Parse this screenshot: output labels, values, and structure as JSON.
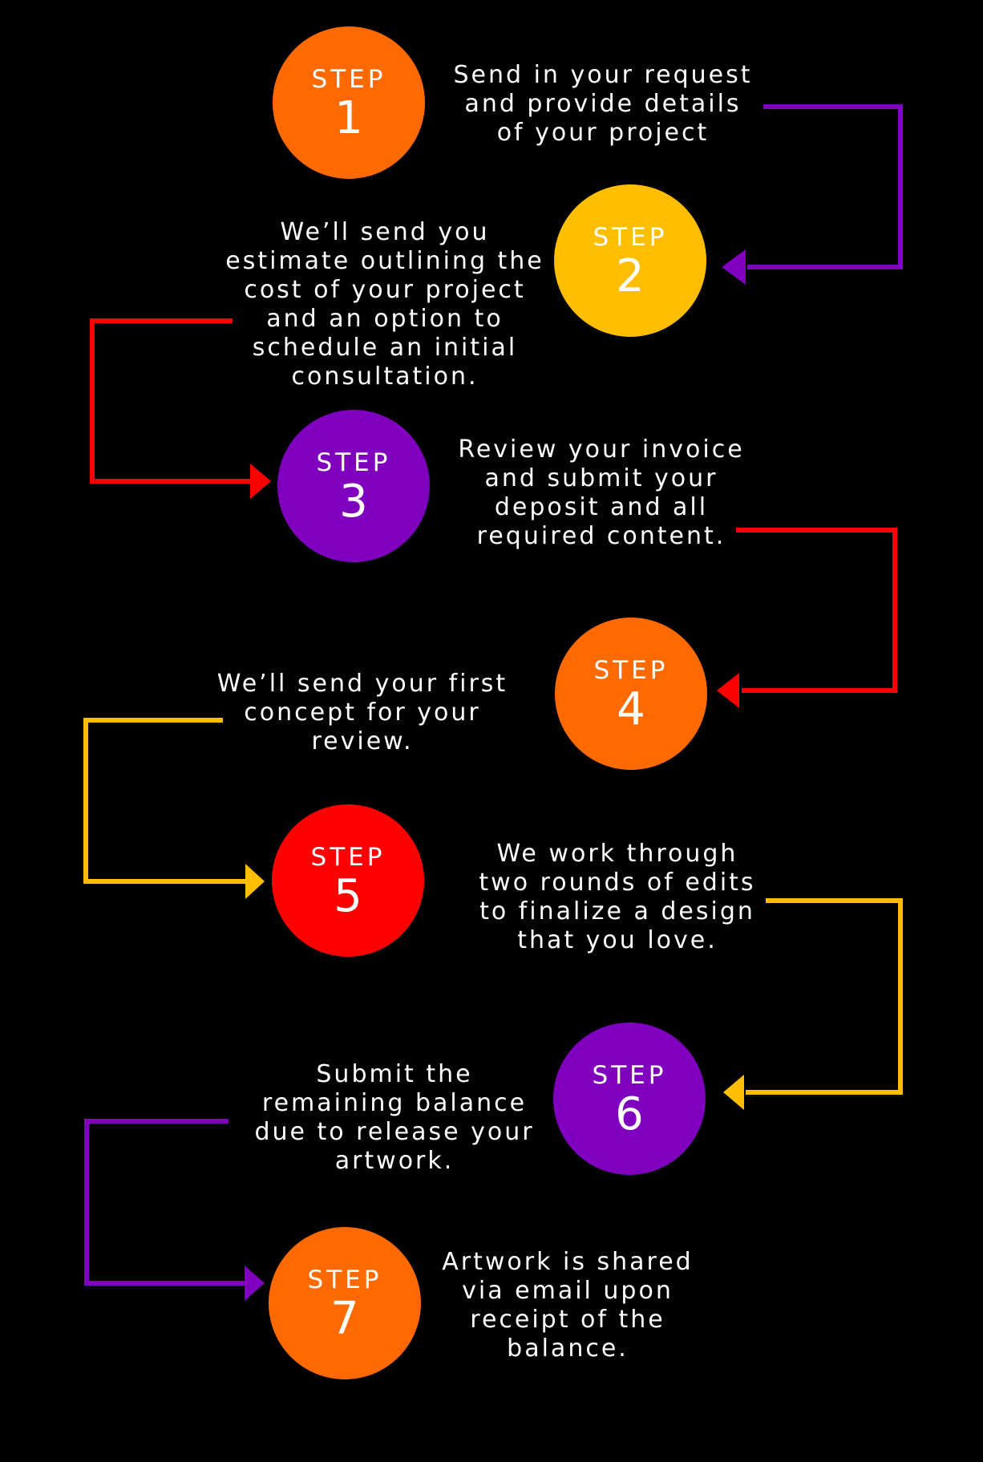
{
  "step_word": "STEP",
  "colors": {
    "background": "#000000",
    "orange": "#FF6A00",
    "yellow": "#FFBE00",
    "purple": "#8000BF",
    "red": "#FF0000"
  },
  "steps": [
    {
      "number": "1",
      "color": "#FF6A00",
      "text": [
        "Send in your request",
        "and provide details",
        "of your project"
      ]
    },
    {
      "number": "2",
      "color": "#FFBE00",
      "text": [
        "We’ll send you",
        "estimate outlining the",
        "cost of your project",
        "and an option to",
        "schedule an initial",
        "consultation."
      ]
    },
    {
      "number": "3",
      "color": "#8000BF",
      "text": [
        "Review your invoice",
        "and submit your",
        "deposit and all",
        "required content."
      ]
    },
    {
      "number": "4",
      "color": "#FF6A00",
      "text": [
        "We’ll send your first",
        "concept for your",
        "review."
      ]
    },
    {
      "number": "5",
      "color": "#FF0000",
      "text": [
        "We work through",
        "two rounds of edits",
        "to finalize a design",
        "that you love."
      ]
    },
    {
      "number": "6",
      "color": "#8000BF",
      "text": [
        "Submit the",
        "remaining balance",
        "due to release your",
        "artwork."
      ]
    },
    {
      "number": "7",
      "color": "#FF6A00",
      "text": [
        "Artwork is shared",
        "via email upon",
        "receipt of the",
        "balance."
      ]
    }
  ],
  "connectors": [
    {
      "from": "1",
      "to": "2",
      "color": "#8000BF"
    },
    {
      "from": "2",
      "to": "3",
      "color": "#FF0000"
    },
    {
      "from": "3",
      "to": "4",
      "color": "#FF0000"
    },
    {
      "from": "4",
      "to": "5",
      "color": "#FFBE00"
    },
    {
      "from": "5",
      "to": "6",
      "color": "#FFBE00"
    },
    {
      "from": "6",
      "to": "7",
      "color": "#8000BF"
    }
  ]
}
